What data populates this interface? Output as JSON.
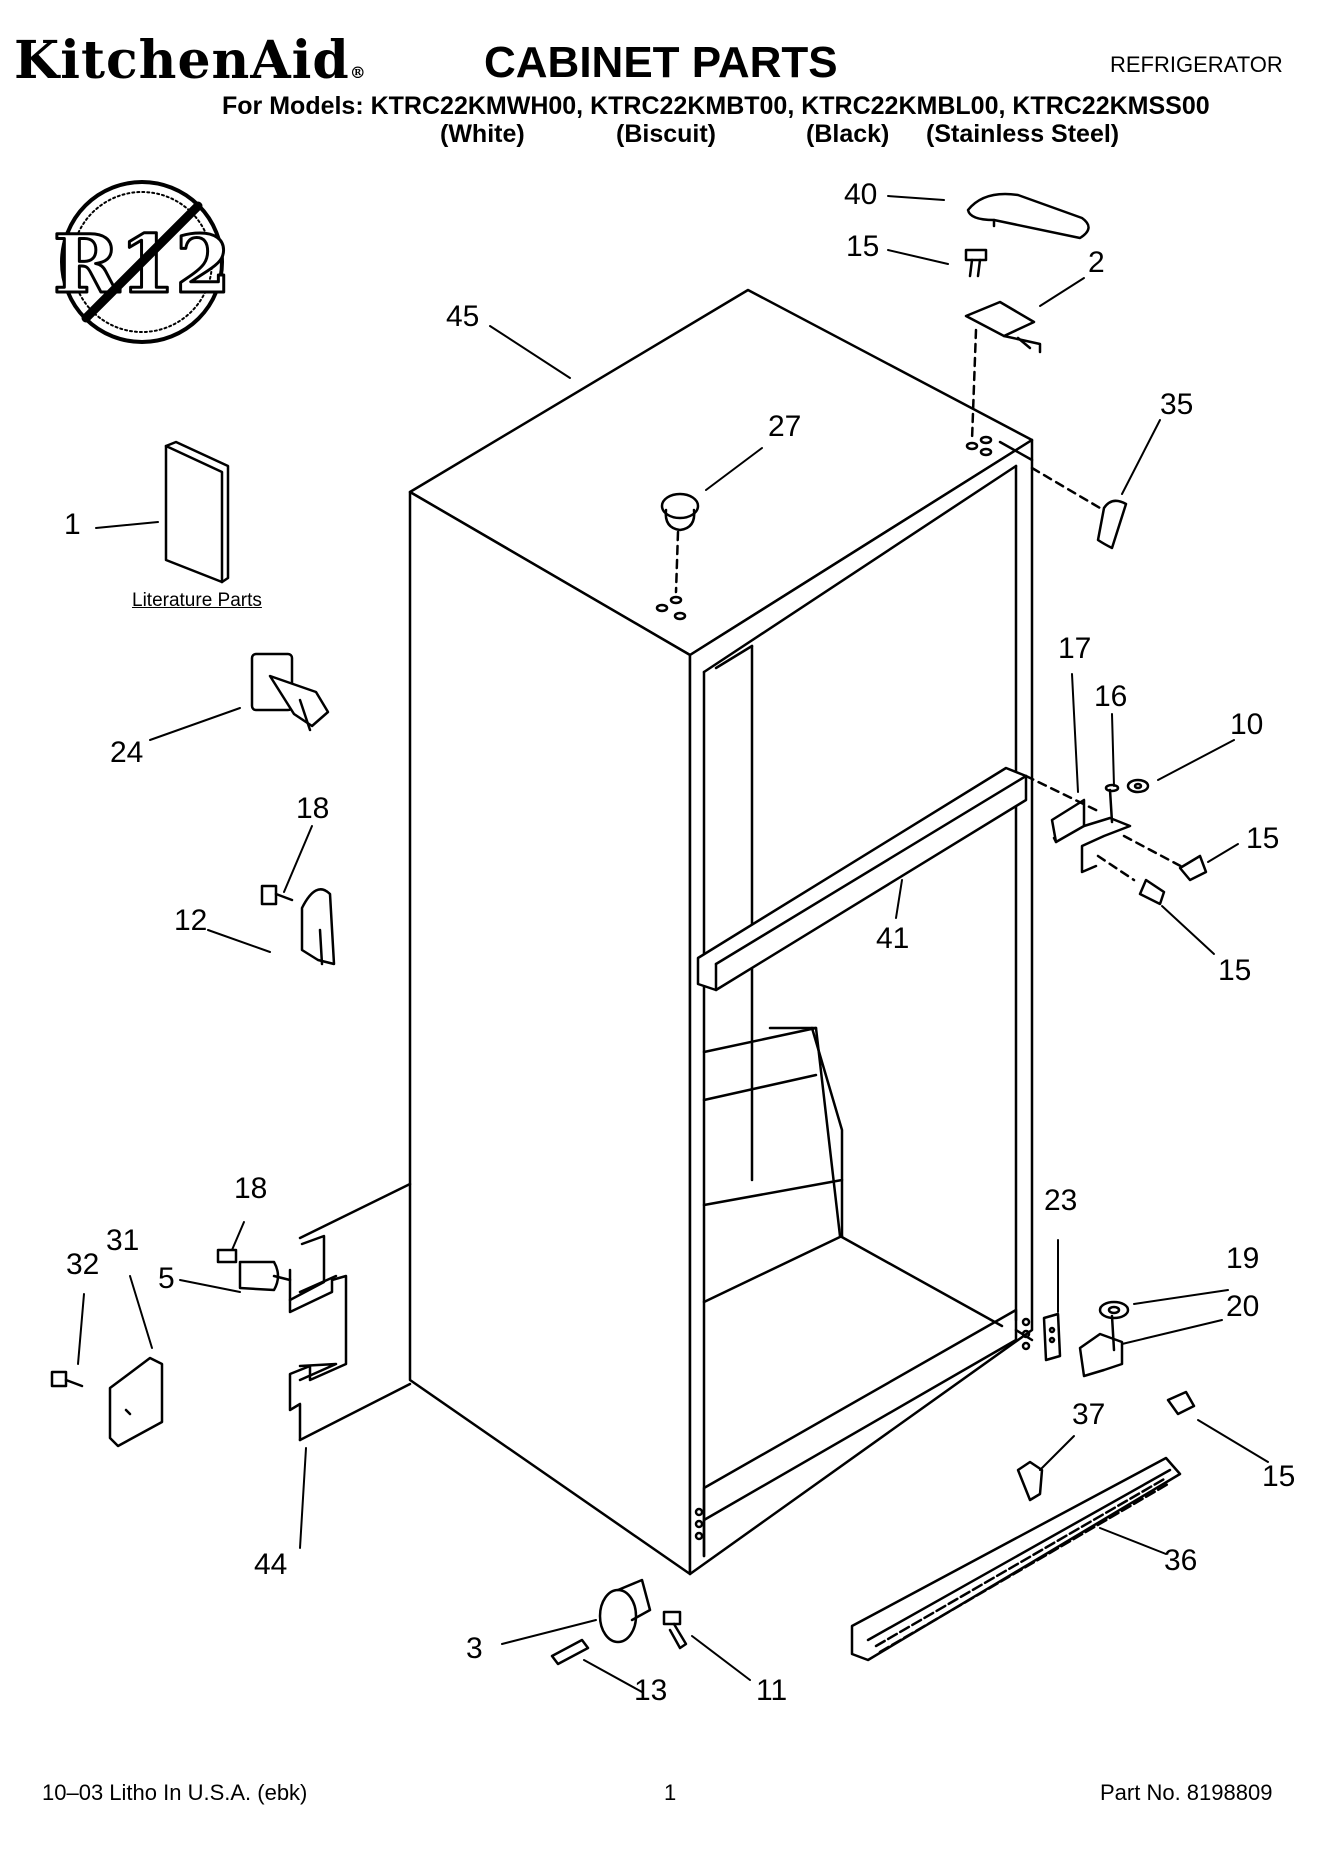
{
  "header": {
    "brand": "KitchenAid",
    "brand_mark": "®",
    "title": "CABINET PARTS",
    "category": "REFRIGERATOR",
    "models_line": "For Models: KTRC22KMWH00, KTRC22KMBT00, KTRC22KMBL00, KTRC22KMSS00",
    "variants": [
      "(White)",
      "(Biscuit)",
      "(Black)",
      "(Stainless Steel)"
    ]
  },
  "badge": {
    "text": "R12"
  },
  "literature_label": "Literature Parts",
  "callouts": {
    "c40": "40",
    "c15a": "15",
    "c2": "2",
    "c45": "45",
    "c27": "27",
    "c35": "35",
    "c1": "1",
    "c24": "24",
    "c17": "17",
    "c16": "16",
    "c10": "10",
    "c15b": "15",
    "c15c": "15",
    "c41": "41",
    "c18a": "18",
    "c12": "12",
    "c18b": "18",
    "c31": "31",
    "c32": "32",
    "c5": "5",
    "c23": "23",
    "c19": "19",
    "c20": "20",
    "c15d": "15",
    "c37": "37",
    "c36": "36",
    "c44": "44",
    "c3": "3",
    "c13": "13",
    "c11": "11"
  },
  "footer": {
    "left": "10–03 Litho In U.S.A. (ebk)",
    "center": "1",
    "right": "Part No. 8198809"
  }
}
